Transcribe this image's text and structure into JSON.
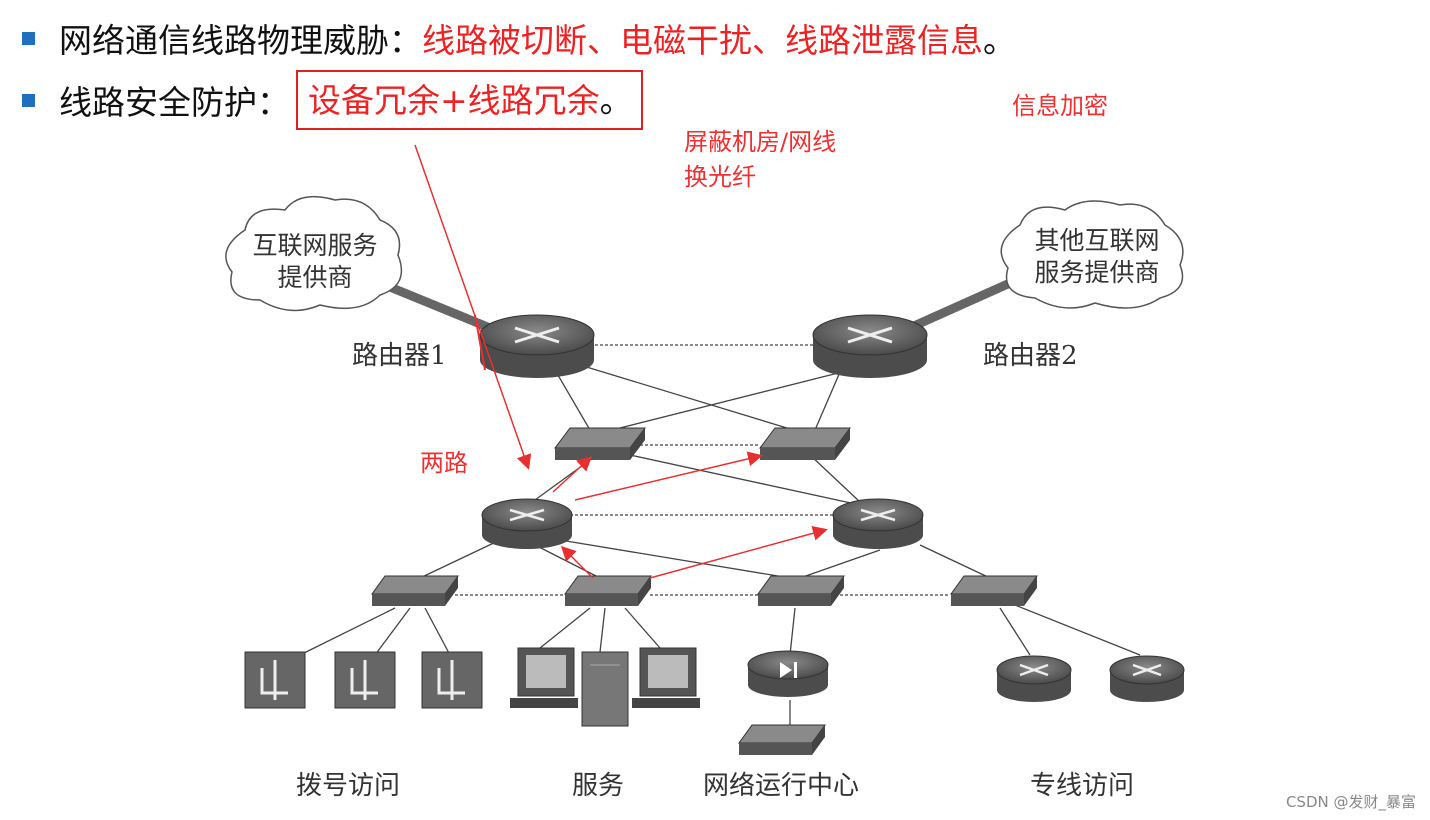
{
  "bullets": [
    {
      "lead": "网络通信线路物理威胁：",
      "highlight": "线路被切断、电磁干扰、线路泄露信息",
      "tail": "。"
    },
    {
      "lead": "线路安全防护：",
      "highlight": "设备冗余+线路冗余",
      "tail": "。"
    }
  ],
  "notes": {
    "encrypt": "信息加密",
    "shield_line1": "屏蔽机房/网线",
    "shield_line2": "换光纤",
    "two_paths": "两路"
  },
  "clouds": {
    "isp1_line1": "互联网服务",
    "isp1_line2": "提供商",
    "isp2_line1": "其他互联网",
    "isp2_line2": "服务提供商"
  },
  "routers": {
    "r1": "路由器1",
    "r2": "路由器2"
  },
  "groups": {
    "dialup": "拨号访问",
    "service": "服务",
    "noc": "网络运行中心",
    "leased": "专线访问"
  },
  "watermark": "CSDN @发财_暴富",
  "colors": {
    "accent_red": "#ee2222",
    "bullet_blue": "#1f6fbf",
    "device_gray": "#6b6b6b"
  }
}
